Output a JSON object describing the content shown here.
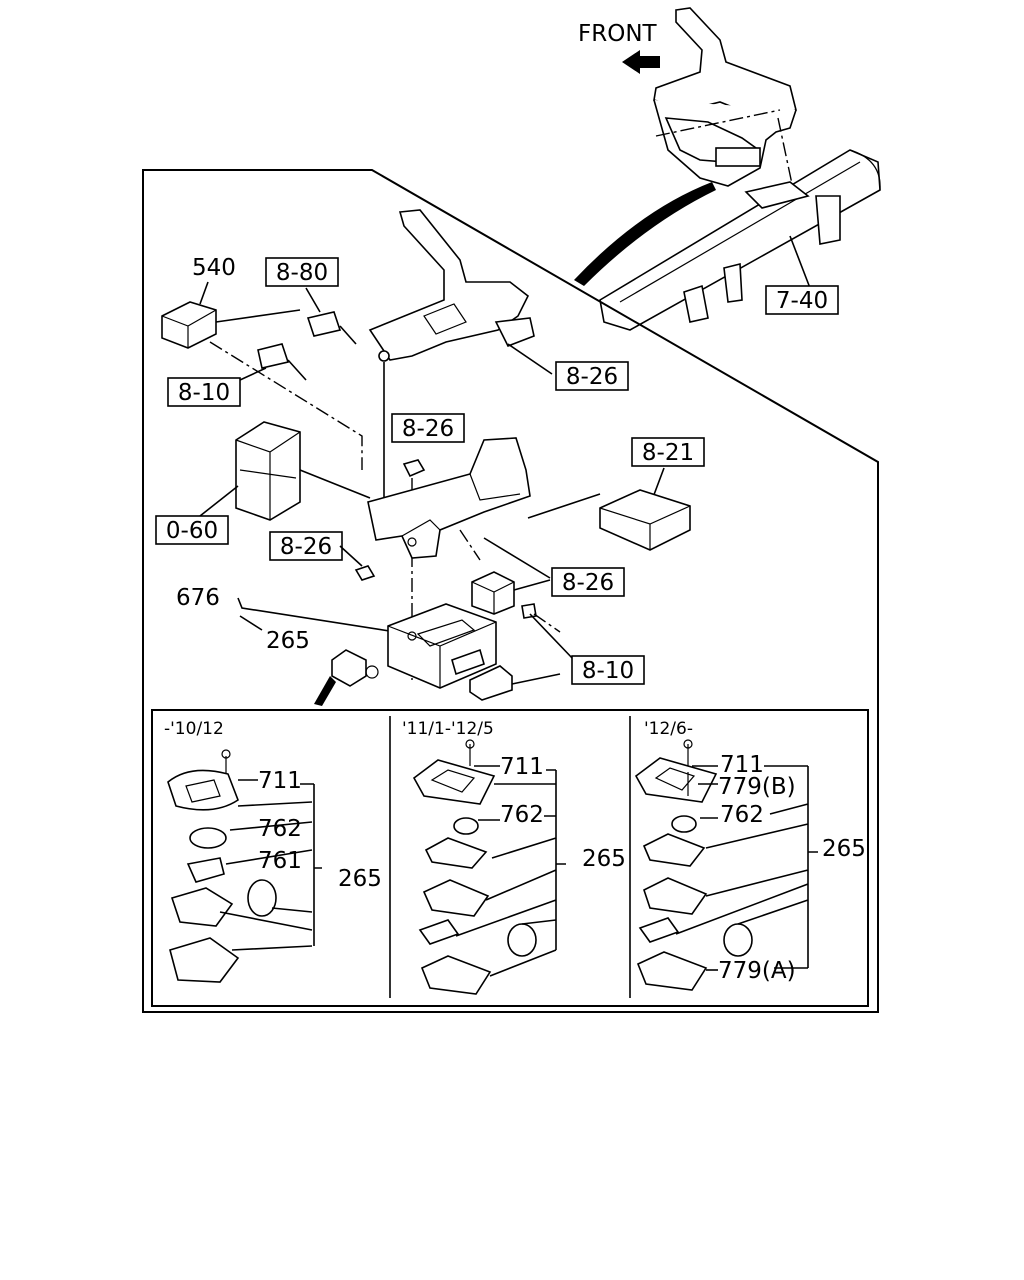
{
  "direction_label": "FRONT",
  "callouts": {
    "c540": "540",
    "c880": "8-80",
    "c810a": "8-10",
    "c826a": "8-26",
    "c826b": "8-26",
    "c821": "8-21",
    "c060": "0-60",
    "c826c": "8-26",
    "c826d": "8-26",
    "c676": "676",
    "c265": "265",
    "c810b": "8-10",
    "c740": "7-40"
  },
  "panels": [
    {
      "period": "-'10/12",
      "labels": {
        "p711": "711",
        "p762": "762",
        "p761": "761",
        "p265": "265"
      }
    },
    {
      "period": "'11/1-'12/5",
      "labels": {
        "p711": "711",
        "p762": "762",
        "p265": "265"
      }
    },
    {
      "period": "'12/6-",
      "labels": {
        "p711": "711",
        "p779b": "779(B)",
        "p762": "762",
        "p265": "265",
        "p779a": "779(A)"
      }
    }
  ]
}
